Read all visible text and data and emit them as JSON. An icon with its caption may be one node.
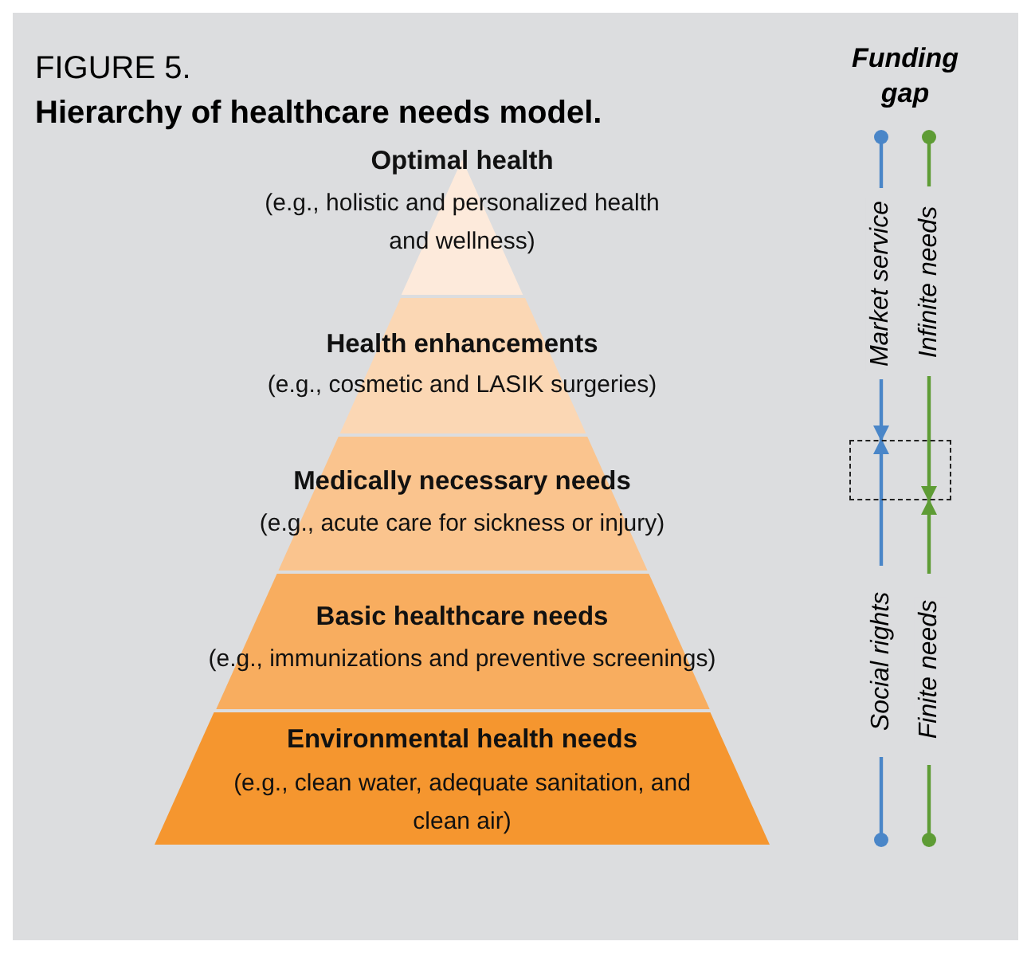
{
  "diagram": {
    "title": "Hierarchy of healthcare needs model.",
    "nodes": [
      {
        "text": [
          "Optimal health",
          "(e.g., holistic and personalized health and wellness)"
        ]
      },
      {
        "text": [
          "Health enhancements",
          "(e.g., cosmetic and LASIK surgeries)"
        ]
      },
      {
        "text": [
          "Medically necessary needs",
          "(e.g., acute care for sickness or injury)"
        ]
      },
      {
        "text": [
          "Basic healthcare needs",
          "(e.g., immunizations and preventive screenings)"
        ]
      },
      {
        "text": [
          "Environmental health needs",
          "(e.g., clean water, adequate sanitation, and clean air)"
        ]
      },
      {
        "text": [],
        "shape": "box"
      }
    ],
    "edges": [
      {
        "from": null,
        "to": 5,
        "arrow": "to",
        "label": "Market service",
        "color": "#4a86c8"
      },
      {
        "from": null,
        "to": 5,
        "arrow": "to",
        "label": "Social rights",
        "color": "#4a86c8"
      },
      {
        "from": null,
        "to": 5,
        "arrow": "to",
        "label": "Infinite needs",
        "color": "#5e9c35"
      },
      {
        "from": null,
        "to": 5,
        "arrow": "to",
        "label": "Finite needs",
        "color": "#5e9c35"
      }
    ],
    "labels": [
      "FIGURE 5.",
      "Funding gap"
    ]
  }
}
